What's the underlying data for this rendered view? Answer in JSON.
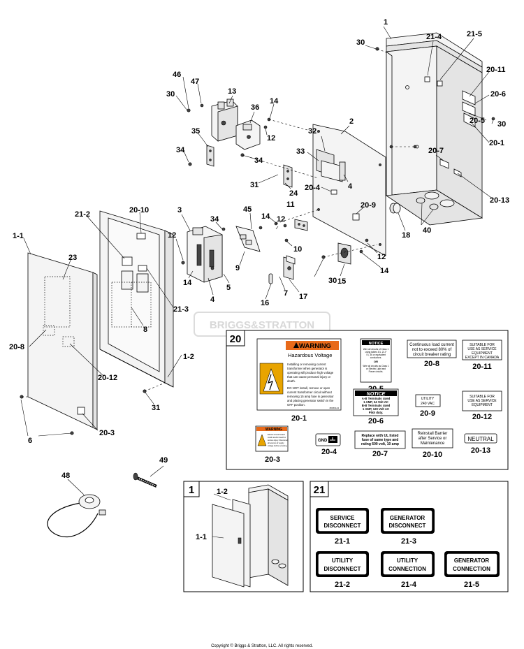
{
  "watermark": "BRIGGS&STRATTON",
  "copyright": "Copyright © Briggs & Stratton, LLC. All rights reserved.",
  "callouts": {
    "c1": "1",
    "c1_1": "1-1",
    "c1_2": "1-2",
    "c2": "2",
    "c3": "3",
    "c4a": "4",
    "c4b": "4",
    "c5": "5",
    "c6": "6",
    "c7": "7",
    "c8": "8",
    "c9": "9",
    "c10": "10",
    "c11": "11",
    "c12a": "12",
    "c12b": "12",
    "c12c": "12",
    "c12d": "12",
    "c13": "13",
    "c14a": "14",
    "c14b": "14",
    "c14c": "14",
    "c14d": "14",
    "c15": "15",
    "c16": "16",
    "c17": "17",
    "c18": "18",
    "c20_1": "20-1",
    "c20_3": "20-3",
    "c20_4": "20-4",
    "c20_5": "20-5",
    "c20_6": "20-6",
    "c20_7": "20-7",
    "c20_8": "20-8",
    "c20_9": "20-9",
    "c20_10": "20-10",
    "c20_11": "20-11",
    "c20_12": "20-12",
    "c20_13": "20-13",
    "c21_2": "21-2",
    "c21_3": "21-3",
    "c21_4": "21-4",
    "c21_5": "21-5",
    "c23": "23",
    "c24": "24",
    "c30a": "30",
    "c30b": "30",
    "c30c": "30",
    "c30d": "30",
    "c31a": "31",
    "c31b": "31",
    "c32": "32",
    "c33": "33",
    "c34a": "34",
    "c34b": "34",
    "c34c": "34",
    "c35": "35",
    "c36": "36",
    "c40": "40",
    "c45": "45",
    "c46": "46",
    "c47": "47",
    "c48": "48",
    "c49": "49"
  },
  "panel20": {
    "title": "20",
    "warning_big": {
      "header": "WARNING",
      "subtitle": "Hazardous Voltage",
      "line1": "Installing or removing current",
      "line2": "transformer when generator is",
      "line3": "operating will produce high voltage",
      "line4": "that can cause personal injury or",
      "line5": "death.",
      "line6": "DO NOT install, remove or open",
      "line7": "current transformer circuit without",
      "line8": "removing 15 amp fuse in generator",
      "line9": "and placing generator switch in the",
      "line10": "OFF position.",
      "part_no": "80069144",
      "label": "20-1"
    },
    "notice_small": {
      "header": "NOTICE",
      "line1": "Wire all circuits of Class 1",
      "line2": "using tables 3/1, 21-F",
      "line3": "/ 5, 36 or equivalent",
      "line4": "conductors.",
      "line5": "OR",
      "line6": "Wire all circuits as Class 1",
      "line7": "or Electric Light and",
      "line8": "Power circuits.",
      "label": "20-5"
    },
    "notice_terminals": {
      "header": "NOTICE",
      "line1": "A-B Terminals rated",
      "line2": "1 AMP, 24 Volt AC",
      "line3": "B-B Terminals rated",
      "line4": "1 AMP, 120 Volt AC",
      "line5": "Pilot duty.",
      "label": "20-6"
    },
    "continuous": {
      "line1": "Continuous load current",
      "line2": "not to exceed 80% of",
      "line3": "circuit breaker rating",
      "label": "20-8"
    },
    "suitable1": {
      "line1": "SUITABLE FOR",
      "line2": "USE AS SERVICE",
      "line3": "EQUIPMENT",
      "line4": "EXCEPT IN CANADA",
      "label": "20-11"
    },
    "utility240": {
      "line1": "UTILITY",
      "line2": "240 VAC",
      "label": "20-9"
    },
    "suitable2": {
      "line1": "SUITABLE FOR",
      "line2": "USE AS SERVICE",
      "line3": "EQUIPMENT",
      "label": "20-12"
    },
    "warning_small": {
      "header": "WARNING",
      "line1": "Electric shock hazard",
      "line2": "could result in death or",
      "line3": "serious injury. Disconnect",
      "line4": "all sources of supply",
      "line5": "voltage before servicing.",
      "label": "20-3"
    },
    "gnd": {
      "text": "GND",
      "label": "20-4"
    },
    "replace": {
      "line1": "Replace with UL listed",
      "line2": "fuse of same type and",
      "line3": "rating 600 volt, 10 amp",
      "label": "20-7"
    },
    "reinstall": {
      "line1": "Reinstall Barrier",
      "line2": "after Service or",
      "line3": "Maintenance",
      "label": "20-10"
    },
    "neutral": {
      "text": "NEUTRAL",
      "label": "20-13"
    }
  },
  "panel1": {
    "title": "1",
    "label_1_1": "1-1",
    "label_1_2": "1-2"
  },
  "panel21": {
    "title": "21",
    "tags": [
      {
        "line1": "SERVICE",
        "line2": "DISCONNECT",
        "label": "21-1"
      },
      {
        "line1": "GENERATOR",
        "line2": "DISCONNECT",
        "label": "21-3"
      },
      {
        "line1": "UTILITY",
        "line2": "DISCONNECT",
        "label": "21-2"
      },
      {
        "line1": "UTILITY",
        "line2": "CONNECTION",
        "label": "21-4"
      },
      {
        "line1": "GENERATOR",
        "line2": "CONNECTION",
        "label": "21-5"
      }
    ]
  }
}
